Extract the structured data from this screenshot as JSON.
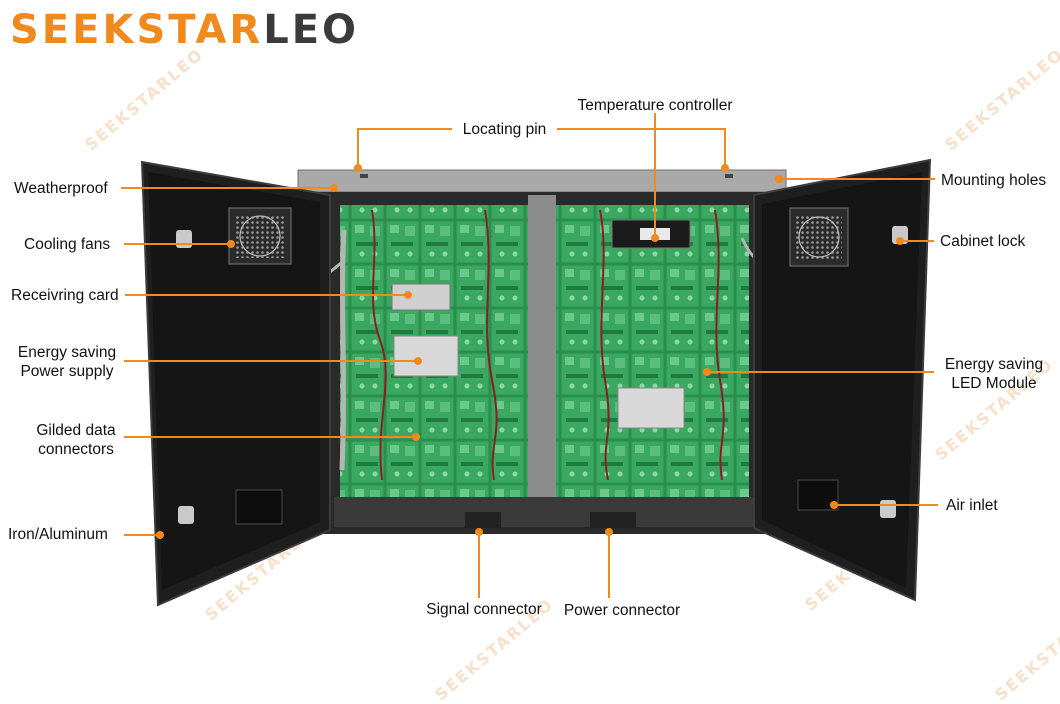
{
  "logo": {
    "part1": "SEEKSTAR",
    "part2": "LEO"
  },
  "watermark": "SEEKSTARLEO",
  "colors": {
    "accent": "#f08a1c",
    "cabinet": "#1c1c1c",
    "frame": "#9a9a9a",
    "module": "#2f9a52"
  },
  "labels": {
    "temperature_controller": "Temperature controller",
    "locating_pin": "Locating pin",
    "weatherproof": "Weatherproof",
    "mounting_holes": "Mounting holes",
    "cooling_fans": "Cooling fans",
    "cabinet_lock": "Cabinet lock",
    "receiving_card": "Receivring card",
    "energy_saving_power_1": "Energy saving",
    "energy_saving_power_2": "Power supply",
    "energy_saving_led_1": "Energy saving",
    "energy_saving_led_2": "LED Module",
    "gilded_1": "Gilded data",
    "gilded_2": "connectors",
    "air_inlet": "Air inlet",
    "iron_aluminum": "Iron/Aluminum",
    "signal_connector": "Signal connector",
    "power_connector": "Power connector"
  }
}
